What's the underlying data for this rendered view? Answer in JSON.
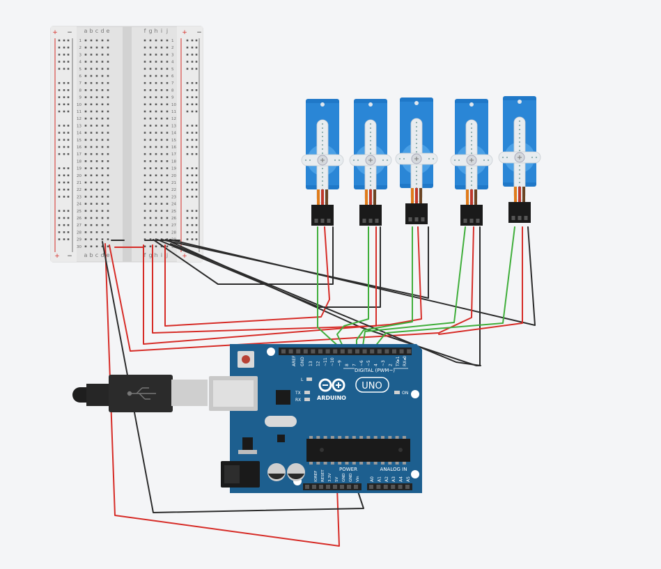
{
  "breadboard": {
    "letters_left": [
      "a",
      "b",
      "c",
      "d",
      "e"
    ],
    "letters_right": [
      "f",
      "g",
      "h",
      "i",
      "j"
    ],
    "rows": 30,
    "plus": "+",
    "minus": "−"
  },
  "arduino": {
    "aref": "AREF",
    "gnd": "GND",
    "digital_pins": [
      "13",
      "12",
      "~11",
      "~10",
      "~9",
      "8",
      "7",
      "~6",
      "~5",
      "4",
      "~3",
      "2",
      "TX▸1",
      "RX◂0"
    ],
    "digital_label": "DIGITAL (PWM~)",
    "logo_text": "ARDUINO",
    "uno_text": "UNO",
    "led_l": "L",
    "led_tx": "TX",
    "led_rx": "RX",
    "led_on": "ON",
    "power_label": "POWER",
    "power_pins": [
      "IOREF",
      "RESET",
      "3.3V",
      "5V",
      "GND",
      "GND",
      "Vin"
    ],
    "analog_label": "ANALOG IN",
    "analog_pins": [
      "A0",
      "A1",
      "A2",
      "A3",
      "A4",
      "A5"
    ]
  },
  "servo_count": 5,
  "colors": {
    "background": "#f4f5f7",
    "wire_red": "#d62b26",
    "wire_green": "#3fae3a",
    "wire_black": "#2b2b2b",
    "arduino_blue": "#1d5f8f",
    "servo_blue": "#1f78c8"
  }
}
